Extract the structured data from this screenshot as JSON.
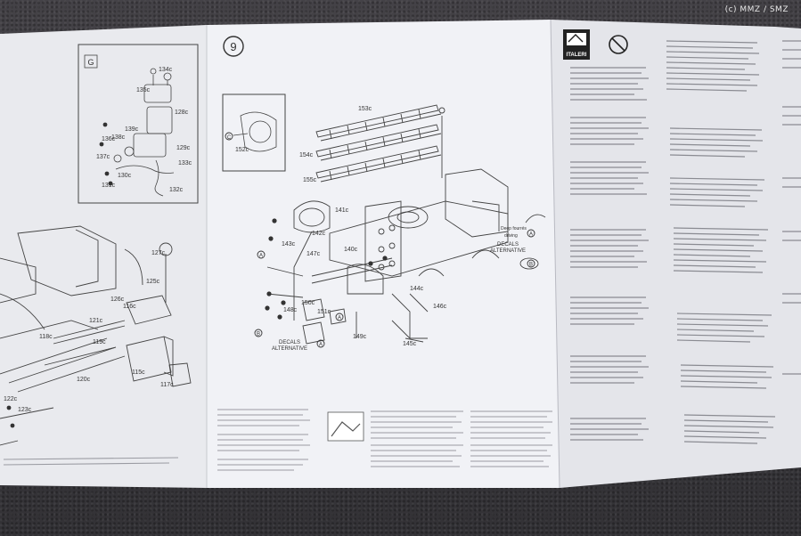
{
  "credit": "(c) MMZ / SMZ",
  "step_number": "9",
  "inset_letter": "G",
  "brand": "ITALERI",
  "decals_label": "DECALS\nALTERNATIVE",
  "parts_left": [
    "134c",
    "135c",
    "128c",
    "136c",
    "139c",
    "138c",
    "130c",
    "137c",
    "129c",
    "133c",
    "131c",
    "132c",
    "127c",
    "125c",
    "126c",
    "121c",
    "118c",
    "119c",
    "116c",
    "120c",
    "115c",
    "117c",
    "122c",
    "123c"
  ],
  "parts_main": [
    "153c",
    "152c",
    "154c",
    "155c",
    "141c",
    "142c",
    "143c",
    "147c",
    "140c",
    "148c",
    "150c",
    "151c",
    "149c",
    "144c",
    "146c",
    "145c"
  ],
  "marker_A": "A",
  "marker_B": "B",
  "marker_C": "C",
  "callout_1": "Deep fourrés",
  "callout_2": "driving"
}
